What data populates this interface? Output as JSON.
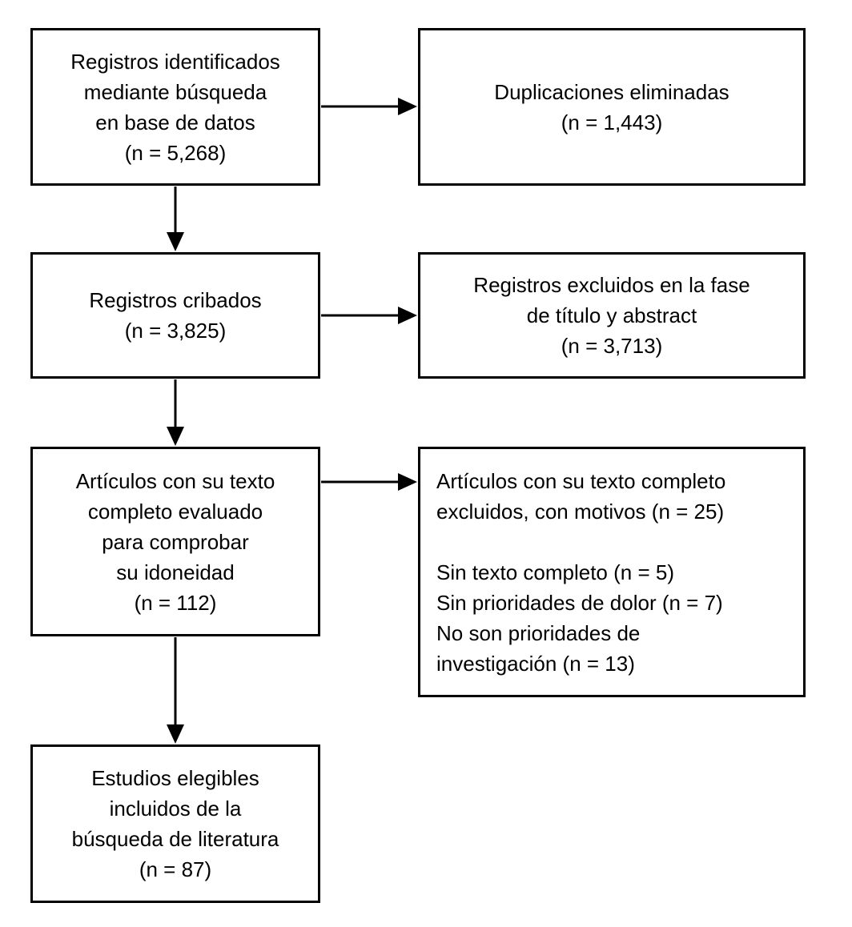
{
  "colors": {
    "background": "#ffffff",
    "stroke": "#000000",
    "text": "#000000"
  },
  "flow": {
    "boxes": {
      "identified": {
        "lines": [
          "Registros identificados",
          "mediante búsqueda",
          "en base de datos",
          "(n = 5,268)"
        ]
      },
      "duplicates_removed": {
        "lines": [
          "Duplicaciones eliminadas",
          "(n = 1,443)"
        ]
      },
      "screened": {
        "lines": [
          "Registros cribados",
          "(n = 3,825)"
        ]
      },
      "excluded_title_abstract": {
        "lines": [
          "Registros excluidos en la fase",
          "de título y abstract",
          "(n = 3,713)"
        ]
      },
      "fulltext_assessed": {
        "lines": [
          "Artículos con su texto",
          "completo evaluado",
          "para comprobar",
          "su idoneidad",
          "(n = 112)"
        ]
      },
      "fulltext_excluded": {
        "lines_top": [
          "Artículos con su texto completo",
          "excluidos, con motivos (n = 25)"
        ],
        "lines_reasons": [
          "Sin texto completo (n = 5)",
          "Sin prioridades de dolor (n = 7)",
          "No son prioridades de",
          "investigación (n = 13)"
        ]
      },
      "included": {
        "lines": [
          "Estudios elegibles",
          "incluidos de la",
          "búsqueda de literatura",
          "(n = 87)"
        ]
      }
    }
  }
}
